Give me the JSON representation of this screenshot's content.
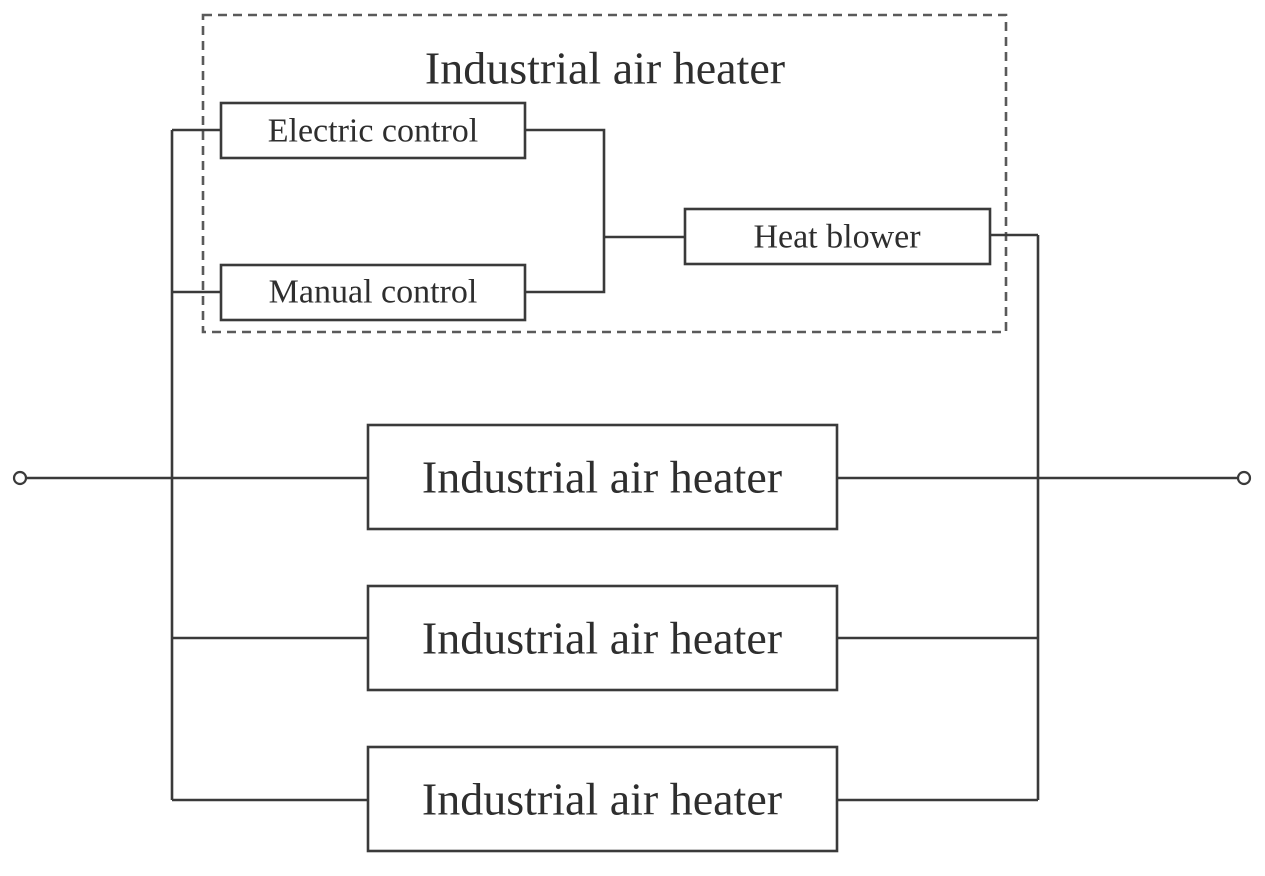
{
  "diagram": {
    "group": {
      "title": "Industrial air heater",
      "electric_control": "Electric control",
      "manual_control": "Manual control",
      "heat_blower": "Heat blower"
    },
    "units": [
      "Industrial air heater",
      "Industrial air heater",
      "Industrial air heater"
    ],
    "colors": {
      "line": "#3a3a3a",
      "dashed_frame": "#5a5a5a",
      "text": "#2e2e2e",
      "background": "#ffffff"
    }
  }
}
